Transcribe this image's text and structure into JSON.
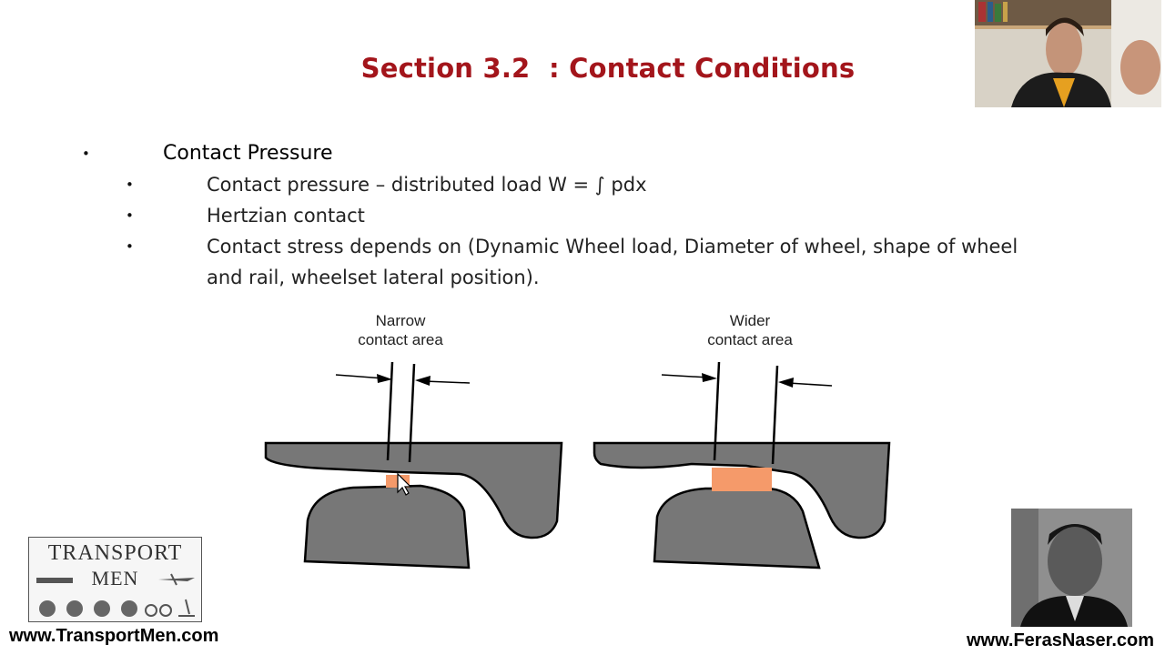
{
  "slide": {
    "title": "Section 3.2  : Contact Conditions",
    "bullets": [
      {
        "text": "Contact Pressure",
        "children": [
          {
            "text": "Contact pressure – distributed load W = ∫ pdx"
          },
          {
            "text": "Hertzian contact"
          },
          {
            "text": "Contact stress depends on (Dynamic Wheel load, Diameter of wheel, shape of wheel and rail, wheelset lateral position)."
          }
        ]
      }
    ],
    "bullet_symbol": "•"
  },
  "diagram": {
    "left_label": "Narrow contact area",
    "left_label_line1": "Narrow",
    "left_label_line2": "contact area",
    "right_label_line1": "Wider",
    "right_label_line2": "contact area",
    "colors": {
      "steel": "#777777",
      "contact": "#f59a6a",
      "line": "#000000"
    }
  },
  "branding": {
    "logo_line1": "TRANSPORT",
    "logo_line2": "MEN",
    "site_left": "www.TransportMen.com",
    "site_right": "www.FerasNaser.com"
  },
  "colors": {
    "title": "#a3151b"
  }
}
